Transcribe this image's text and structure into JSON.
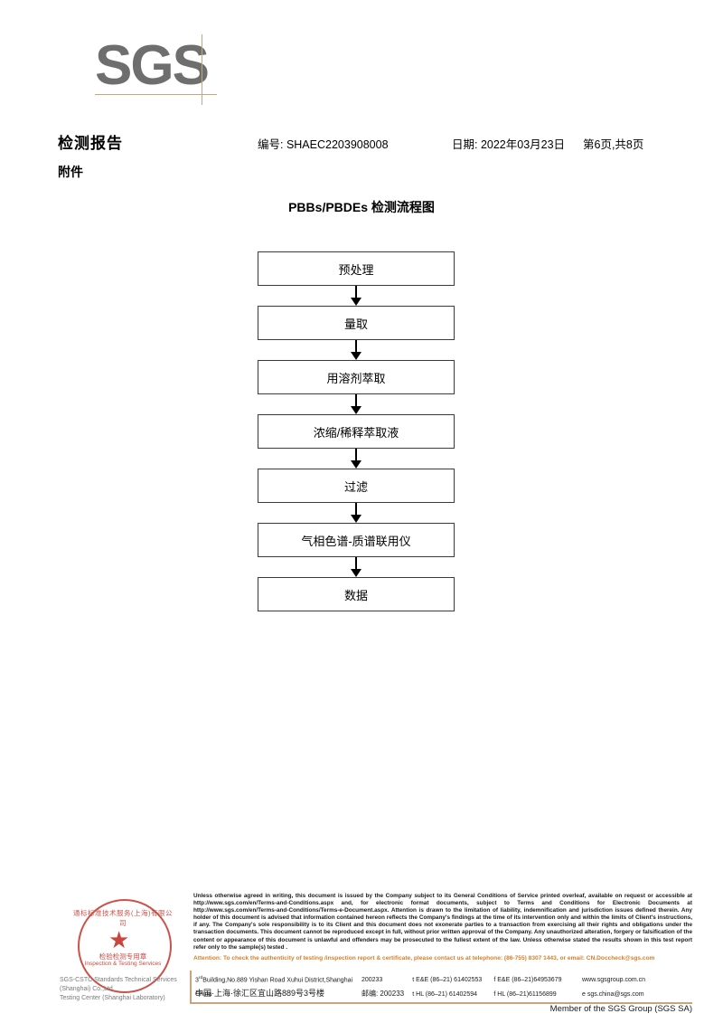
{
  "brand": {
    "logo_text": "SGS",
    "logo_color": "#6e6e6e",
    "accent_color": "#c9a57e",
    "stamp_color": "#c2342c",
    "attention_color": "#d4802a"
  },
  "header": {
    "doc_title": "检测报告",
    "attachment_label": "附件",
    "report_no": "编号: SHAEC2203908008",
    "date": "日期: 2022年03月23日",
    "page": "第6页,共8页"
  },
  "flowchart": {
    "title": "PBBs/PBDEs 检测流程图",
    "steps": [
      {
        "label": "预处理"
      },
      {
        "label": "量取"
      },
      {
        "label": "用溶剂萃取"
      },
      {
        "label": "浓缩/稀释萃取液"
      },
      {
        "label": "过滤"
      },
      {
        "label": "气相色谱-质谱联用仪"
      },
      {
        "label": "数据"
      }
    ]
  },
  "footer": {
    "stamp": {
      "arc_top": "通标标准技术服务(上海)有限公司",
      "star": "★",
      "center_cn": "检验检测专用章",
      "center_en": "Inspection & Testing Services",
      "sub_line1": "SGS-CSTC Standards Technical Services (Shanghai) Co.,Ltd.",
      "sub_line2": "Testing Center (Shanghai Laboratory)"
    },
    "terms": "Unless otherwise agreed in writing, this document is issued by the Company subject to its General Conditions of Service printed overleaf, available on request or accessible at http://www.sgs.com/en/Terms-and-Conditions.aspx and, for electronic format documents, subject to Terms and Conditions for Electronic Documents at http://www.sgs.com/en/Terms-and-Conditions/Terms-e-Document.aspx. Attention is drawn to the limitation of liability, indemnification and jurisdiction issues defined therein. Any holder of this document is advised that information contained hereon reflects the Company's findings at the time of its intervention only and within the limits of Client's instructions, if any. The Company's sole responsibility is to its Client and this document does not exonerate parties to a transaction from exercising all their rights and obligations under the transaction documents. This document cannot be reproduced except in full, without prior written approval of the Company. Any unauthorized alteration, forgery or falsification of the content or appearance of this document is unlawful and offenders may be prosecuted to the fullest extent of the law. Unless otherwise stated the results shown in this test report refer only to the sample(s) tested .",
    "attention": "Attention: To check the authenticity of testing /inspection report & certificate, please contact us at telephone: (86-755) 8307 1443, or email: CN.Doccheck@sgs.com",
    "address": {
      "en_street": "Building,No.889 Yishan Road Xuhui District,Shanghai China",
      "en_street_prefix": "3",
      "en_street_sup": "rd",
      "en_zip": "200233",
      "en_tel": "t E&E (86–21) 61402553",
      "en_fax": "f E&E (86–21)64953679",
      "web": "www.sgsgroup.com.cn",
      "cn_street": "中国·上海·徐汇区宜山路889号3号楼",
      "cn_zip_label": "邮编: 200233",
      "cn_tel": "t HL (86–21) 61402594",
      "cn_fax": "f HL (86–21)61156899",
      "email": "e  sgs.china@sgs.com"
    },
    "member": "Member of the SGS Group (SGS SA)"
  }
}
